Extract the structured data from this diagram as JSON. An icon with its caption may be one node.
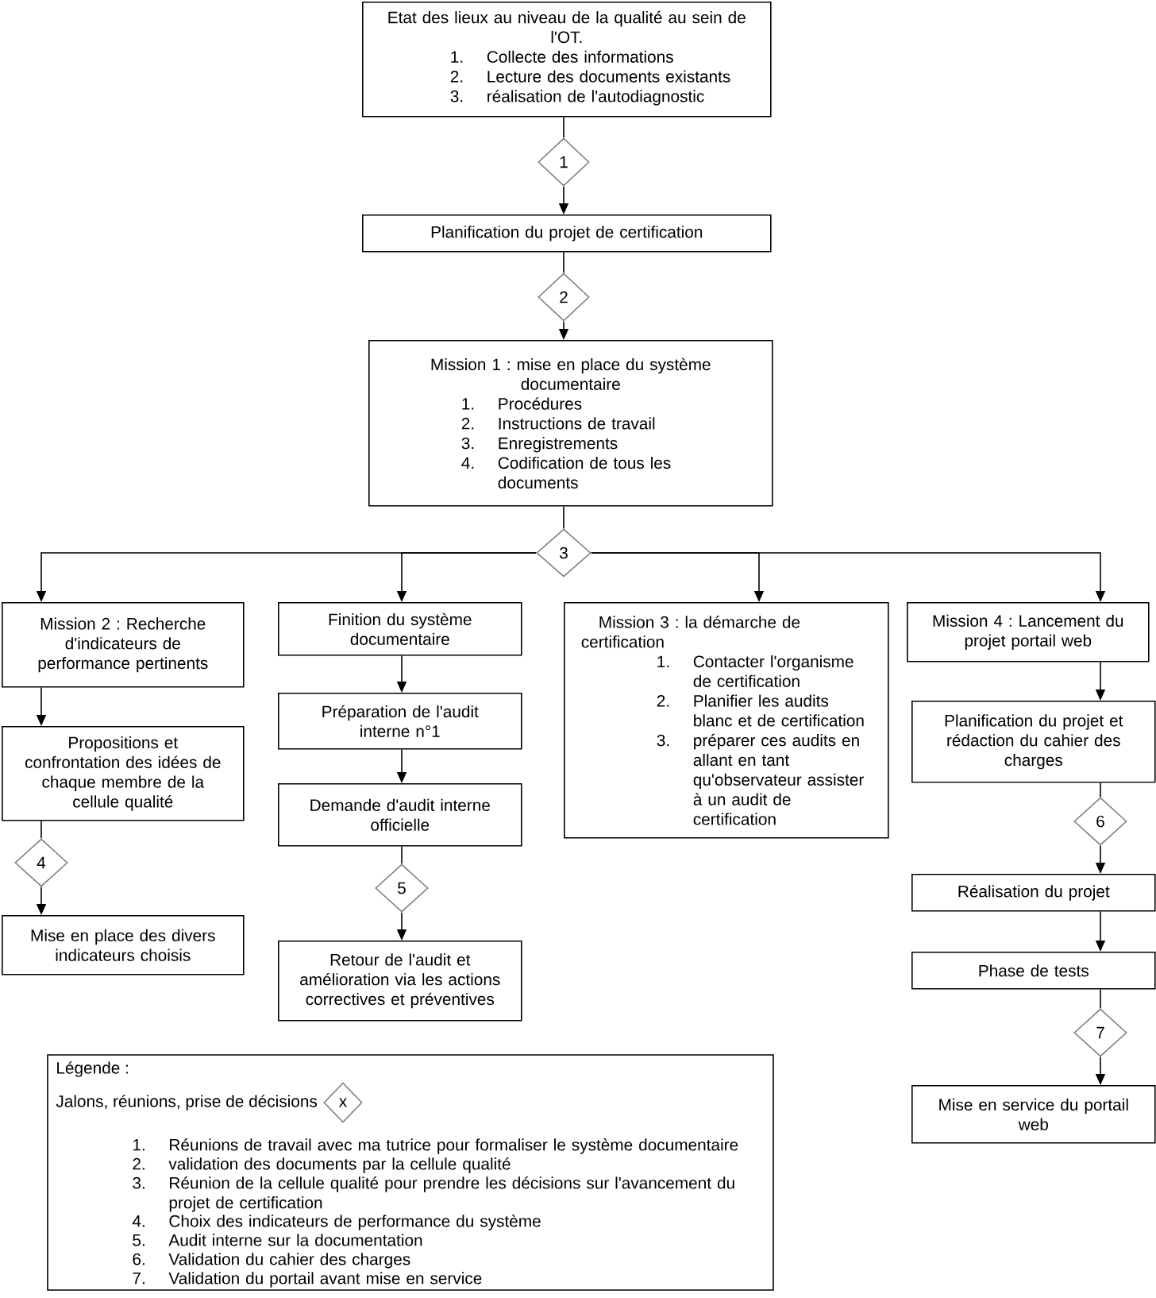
{
  "diagram": {
    "nodes": [
      {
        "text": [
          "Etat des lieux au niveau de la qualité au sein de l'OT.",
          "1. Collecte des informations",
          "2. Lecture des documents existants",
          "3. réalisation de l'autodiagnostic"
        ]
      },
      {
        "text": [
          "1"
        ]
      },
      {
        "text": [
          "Planification du projet de certification"
        ]
      },
      {
        "text": [
          "2"
        ]
      },
      {
        "text": [
          "Mission 1 : mise en place du système documentaire",
          "1. Procédures",
          "2. Instructions de travail",
          "3. Enregistrements",
          "4. Codification de tous les documents"
        ]
      },
      {
        "text": [
          "3"
        ]
      },
      {
        "text": [
          "Mission 2 : Recherche d'indicateurs de performance pertinents"
        ]
      },
      {
        "text": [
          "Propositions et confrontation des idées de chaque membre de la cellule qualité"
        ]
      },
      {
        "text": [
          "4"
        ]
      },
      {
        "text": [
          "Mise en place des divers indicateurs choisis"
        ]
      },
      {
        "text": [
          "Finition du système documentaire"
        ]
      },
      {
        "text": [
          "Préparation de l'audit interne n°1"
        ]
      },
      {
        "text": [
          "Demande d'audit interne officielle"
        ]
      },
      {
        "text": [
          "5"
        ]
      },
      {
        "text": [
          "Retour de l'audit et amélioration via les actions correctives et préventives"
        ]
      },
      {
        "text": [
          "Mission 3 : la démarche de certification",
          "1. Contacter l'organisme de certification",
          "2. Planifier les audits blanc et de certification",
          "3. préparer ces audits en allant en tant qu'observateur assister à un audit de certification"
        ]
      },
      {
        "text": [
          "Mission 4 : Lancement du projet portail web"
        ]
      },
      {
        "text": [
          "Planification du projet et rédaction du cahier des charges"
        ]
      },
      {
        "text": [
          "6"
        ]
      },
      {
        "text": [
          "Réalisation du projet"
        ]
      },
      {
        "text": [
          "Phase de tests"
        ]
      },
      {
        "text": [
          "7"
        ]
      },
      {
        "text": [
          "Mise en service du portail web"
        ]
      }
    ],
    "edges": [
      {
        "from": 0,
        "to": 1,
        "arrow": "none"
      },
      {
        "from": 1,
        "to": 2,
        "arrow": "to"
      },
      {
        "from": 2,
        "to": 3,
        "arrow": "none"
      },
      {
        "from": 3,
        "to": 4,
        "arrow": "to"
      },
      {
        "from": 4,
        "to": 5,
        "arrow": "none"
      },
      {
        "from": 5,
        "to": 6,
        "arrow": "to"
      },
      {
        "from": 5,
        "to": 10,
        "arrow": "to"
      },
      {
        "from": 5,
        "to": 15,
        "arrow": "to"
      },
      {
        "from": 5,
        "to": 16,
        "arrow": "to"
      },
      {
        "from": 6,
        "to": 7,
        "arrow": "to"
      },
      {
        "from": 7,
        "to": 8,
        "arrow": "none"
      },
      {
        "from": 8,
        "to": 9,
        "arrow": "to"
      },
      {
        "from": 10,
        "to": 11,
        "arrow": "to"
      },
      {
        "from": 11,
        "to": 12,
        "arrow": "to"
      },
      {
        "from": 12,
        "to": 13,
        "arrow": "none"
      },
      {
        "from": 13,
        "to": 14,
        "arrow": "to"
      },
      {
        "from": 16,
        "to": 17,
        "arrow": "to"
      },
      {
        "from": 17,
        "to": 18,
        "arrow": "none"
      },
      {
        "from": 18,
        "to": 19,
        "arrow": "to"
      },
      {
        "from": 19,
        "to": 20,
        "arrow": "to"
      },
      {
        "from": 20,
        "to": 21,
        "arrow": "none"
      },
      {
        "from": 21,
        "to": 22,
        "arrow": "to"
      }
    ],
    "labels": [
      "Légende :",
      "x",
      "1. Réunions de travail avec ma tutrice pour formaliser le système documentaire",
      "2. validation des documents par la cellule qualité",
      "3. Réunion de la cellule qualité pour prendre les décisions sur l'avancement du projet de certification",
      "4. Choix des indicateurs de performance du système",
      "5. Audit interne sur la documentation",
      "6. Validation du cahier des charges",
      "7. Validation du portail avant mise en service"
    ],
    "legend": [
      {
        "text": "Jalons, réunions, prise de décisions"
      }
    ]
  }
}
